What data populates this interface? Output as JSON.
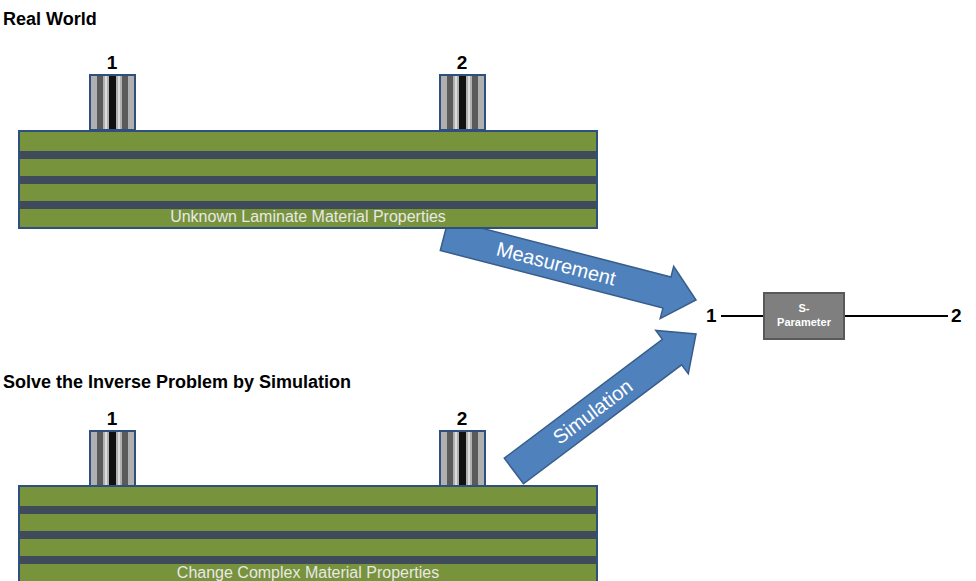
{
  "diagram": {
    "nodes": [
      {
        "text": [
          "Unknown Laminate Material Properties"
        ]
      },
      {
        "text": [
          "S- Parameter"
        ]
      },
      {
        "text": [
          "Change Complex Material Properties"
        ]
      }
    ],
    "edges": [
      {
        "from": 0,
        "to": 1,
        "label": "Measurement",
        "arrow": "to"
      },
      {
        "from": 2,
        "to": 1,
        "label": "Simulation",
        "arrow": "to"
      }
    ],
    "labels": [
      "Real World",
      "1",
      "2",
      "1",
      "2",
      "Solve the Inverse Problem by Simulation",
      "1",
      "2"
    ]
  }
}
